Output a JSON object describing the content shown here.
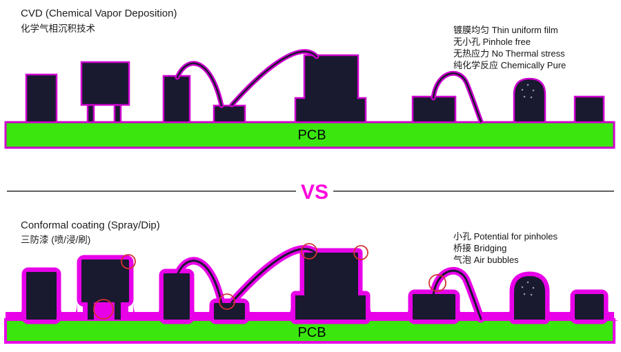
{
  "colors": {
    "background": "#ffffff",
    "coating_magenta": "#e800e8",
    "thin_film_magenta": "#cf00cf",
    "component_dark": "#191930",
    "pcb_green": "#3ae60e",
    "defect_red": "#cf3333",
    "text_dark": "#1c1c1c",
    "vs_magenta": "#ff00dd"
  },
  "cvd_panel": {
    "title_en": "CVD (Chemical Vapor Deposition)",
    "title_zh": "化学气相沉积技术",
    "pcb_label": "PCB",
    "features": [
      "镀膜均匀 Thin uniform film",
      "无小孔 Pinhole free",
      "无热应力 No Thermal stress",
      "纯化学反应 Chemically Pure"
    ]
  },
  "divider": {
    "vs_label": "VS"
  },
  "conformal_panel": {
    "title_en": "Conformal coating (Spray/Dip)",
    "title_zh": "三防漆 (喷/浸/刷)",
    "pcb_label": "PCB",
    "defects": [
      "小孔 Potential for pinholes",
      "桥接 Bridging",
      "气泡 Air bubbles"
    ]
  }
}
